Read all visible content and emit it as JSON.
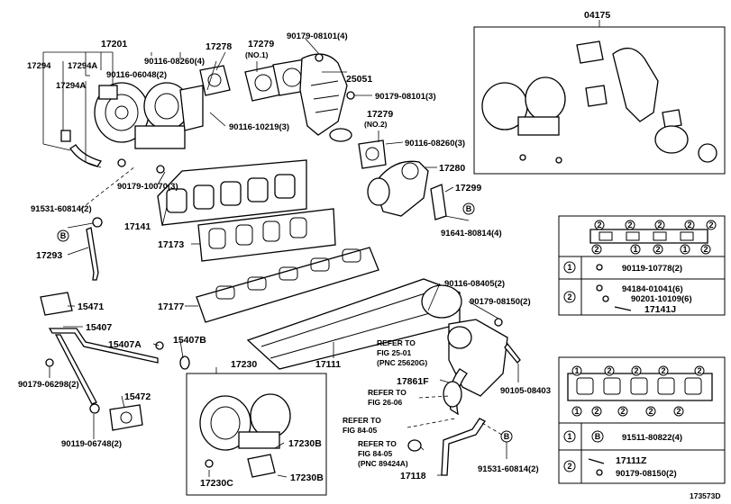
{
  "diagram_id": "173573D",
  "callouts": {
    "p17201": "17201",
    "p17294": "17294",
    "p17294A_1": "17294A",
    "p17294A_2": "17294A",
    "p90116_06048": "90116-06048(2)",
    "p90116_08260_4": "90116-08260(4)",
    "p17278": "17278",
    "p17279_a": "17279",
    "p17279_a_no": "(NO.1)",
    "p90179_08101_4": "90179-08101(4)",
    "p25051": "25051",
    "p90179_08101_3": "90179-08101(3)",
    "p90116_10219": "90116-10219(3)",
    "p17279_b": "17279",
    "p17279_b_no": "(NO.2)",
    "p90116_08260_3": "90116-08260(3)",
    "p17280": "17280",
    "p17299": "17299",
    "p91641": "91641-80814(4)",
    "p90179_10070": "90179-10070(3)",
    "p91531_top": "91531-60814(2)",
    "p17141": "17141",
    "p17173": "17173",
    "p17293": "17293",
    "p15471": "15471",
    "p15407": "15407",
    "p15407A": "15407A",
    "p15407B": "15407B",
    "p90179_06298": "90179-06298(2)",
    "p15472": "15472",
    "p90119_06748": "90119-06748(2)",
    "p17177": "17177",
    "p17230": "17230",
    "p17111": "17111",
    "p90116_08405": "90116-08405(2)",
    "p90179_08150": "90179-08150(2)",
    "p90105_08403": "90105-08403",
    "p17861F": "17861F",
    "p17230B_1": "17230B",
    "p17230B_2": "17230B",
    "p17230C": "17230C",
    "p17118": "17118",
    "p91531_bot": "91531-60814(2)",
    "p04175": "04175"
  },
  "references": {
    "r1_a": "REFER TO",
    "r1_b": "FIG 25-01",
    "r1_c": "(PNC 25620G)",
    "r2_a": "REFER TO",
    "r2_b": "FIG 26-06",
    "r3_a": "REFER TO",
    "r3_b": "FIG 84-05",
    "r4_a": "REFER TO",
    "r4_b": "FIG 84-05",
    "r4_c": "(PNC 89424A)"
  },
  "markers": {
    "B": "B",
    "n1": "1",
    "n2": "2"
  },
  "legend_141": {
    "row1": "90119-10778(2)",
    "row2a": "94184-01041(6)",
    "row2b": "90201-10109(6)",
    "row2c": "17141J"
  },
  "legend_111": {
    "row1": "91511-80822(4)",
    "row2a": "17111Z",
    "row2b": "90179-08150(2)"
  }
}
